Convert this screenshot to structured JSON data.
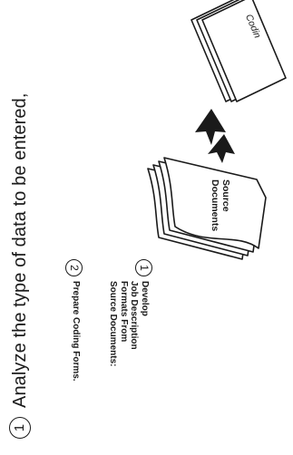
{
  "caption": {
    "number": "1",
    "text": "Analyze the type of data to be entered,"
  },
  "source_documents": [
    "Source",
    "Documents"
  ],
  "coding_forms_label": "Codin",
  "steps": [
    {
      "number": "1",
      "lines": [
        "Develop",
        "Job Description",
        "Formats From",
        "Source Documents:"
      ]
    },
    {
      "number": "2",
      "lines": [
        "Prepare Coding Forms."
      ]
    }
  ]
}
